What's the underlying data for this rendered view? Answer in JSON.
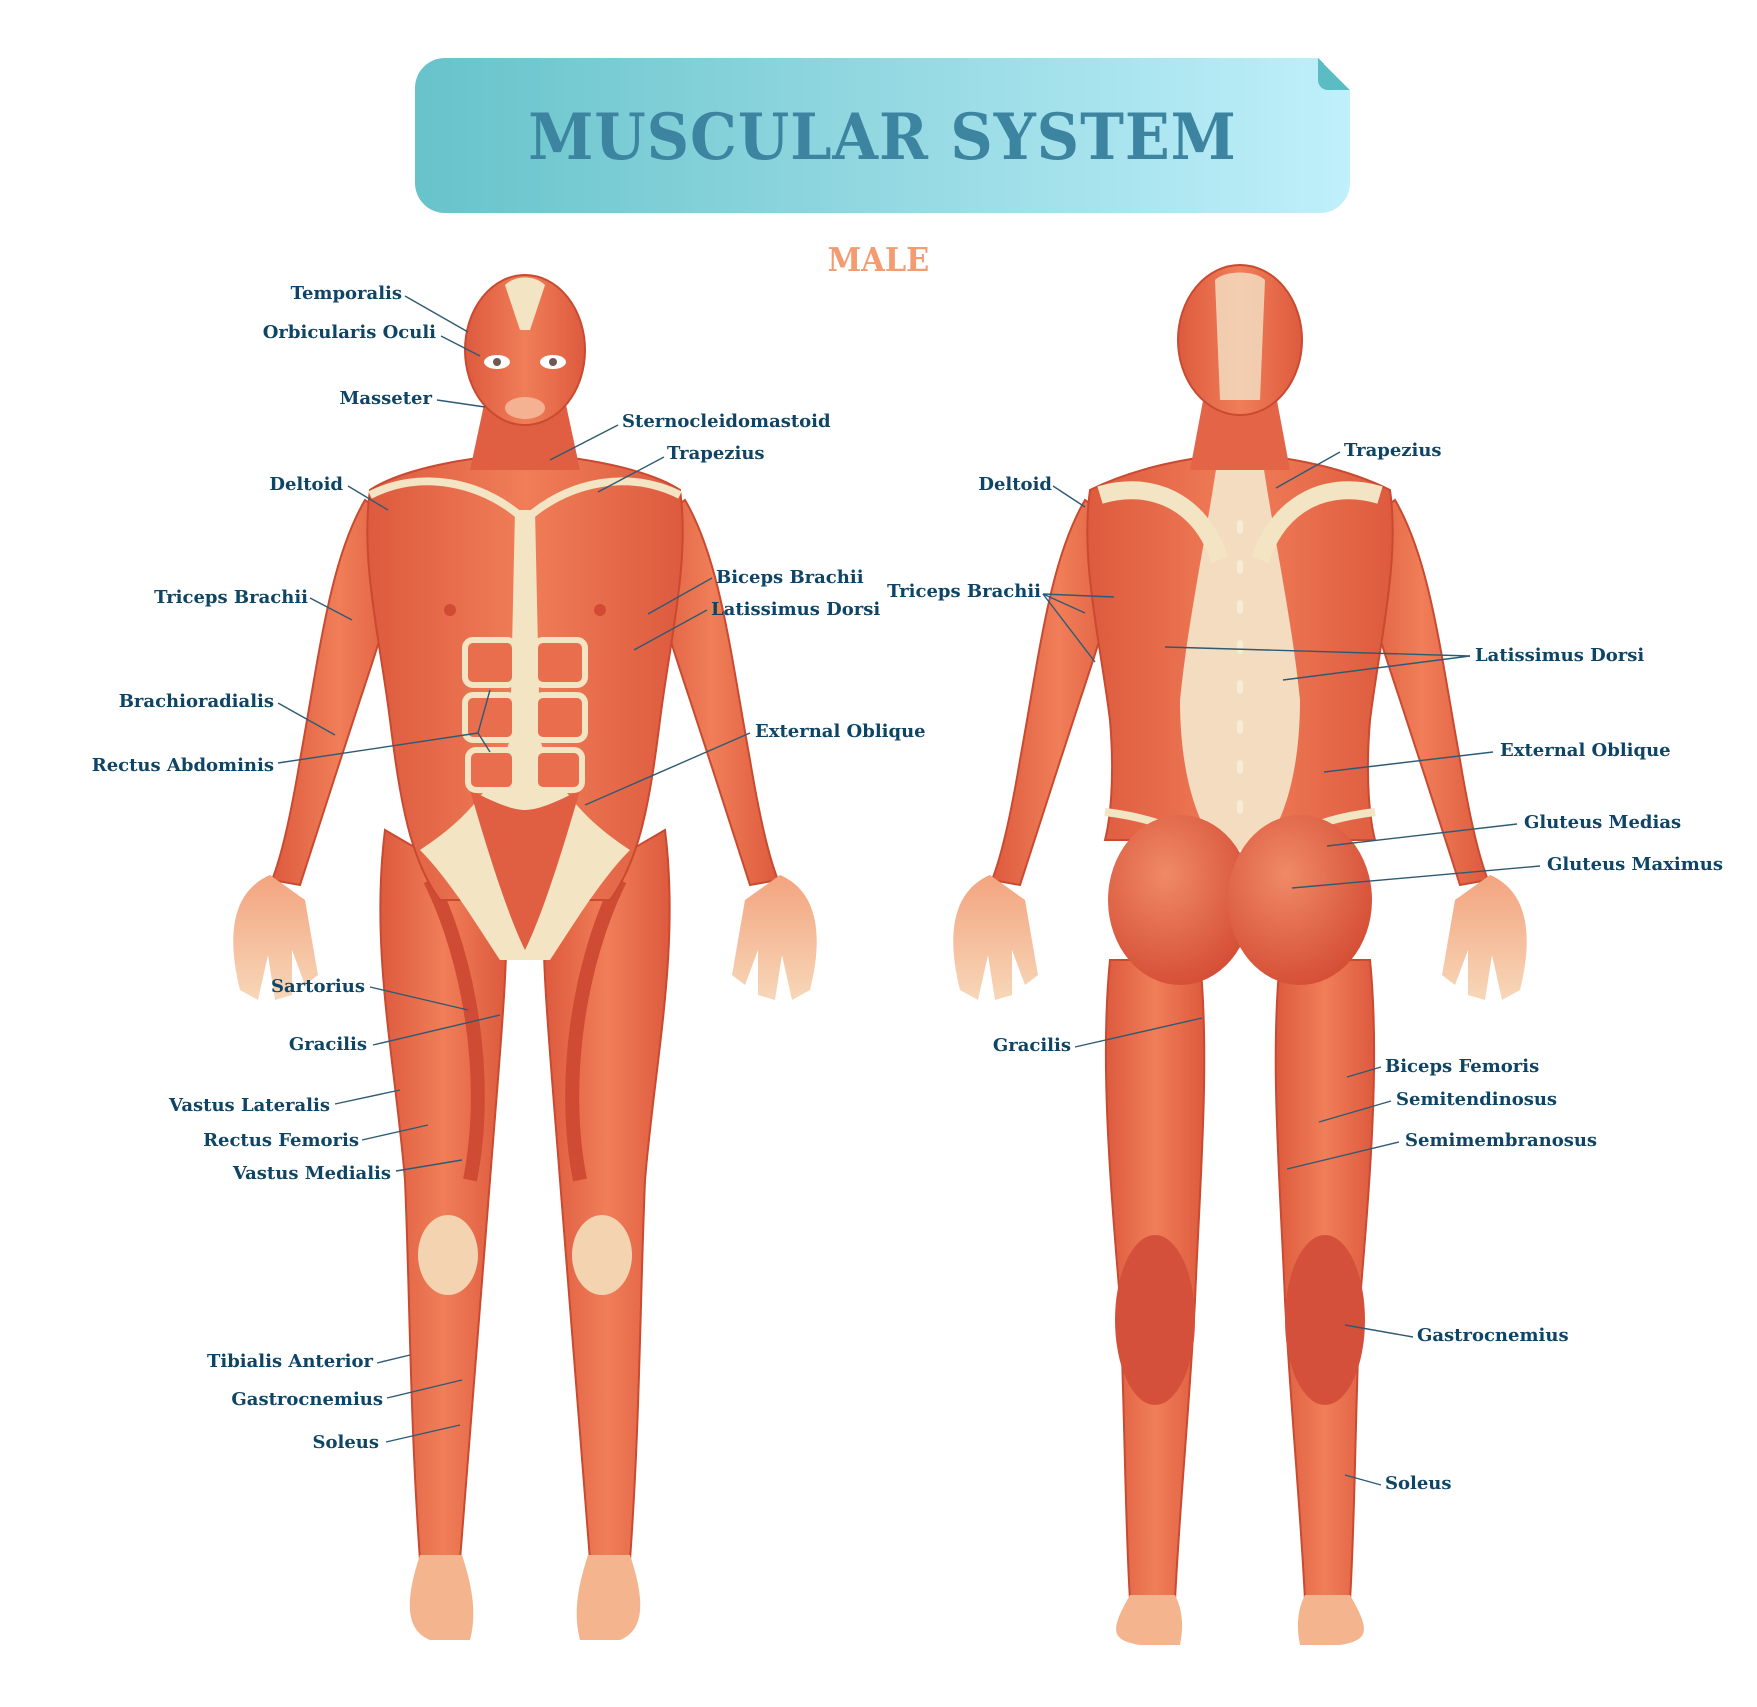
{
  "title": "MUSCULAR SYSTEM",
  "subtitle": "MALE",
  "colors": {
    "banner_start": "#67c3ca",
    "banner_end": "#bff0fb",
    "title_text": "#3d84a1",
    "subtitle_text": "#f59b72",
    "label_text": "#0e4566",
    "muscle_main": "#e8694a",
    "muscle_dark": "#d24a33",
    "muscle_light": "#f59a74",
    "tendon": "#f3e4c4"
  },
  "front_view": {
    "labels": [
      {
        "text": "Temporalis"
      },
      {
        "text": "Orbicularis Oculi"
      },
      {
        "text": "Masseter"
      },
      {
        "text": "Sternocleidomastoid"
      },
      {
        "text": "Trapezius"
      },
      {
        "text": "Deltoid"
      },
      {
        "text": "Biceps Brachii"
      },
      {
        "text": "Latissimus Dorsi"
      },
      {
        "text": "Triceps Brachii"
      },
      {
        "text": "Brachioradialis"
      },
      {
        "text": "Rectus Abdominis"
      },
      {
        "text": "External Oblique"
      },
      {
        "text": "Sartorius"
      },
      {
        "text": "Gracilis"
      },
      {
        "text": "Vastus Lateralis"
      },
      {
        "text": "Rectus Femoris"
      },
      {
        "text": "Vastus Medialis"
      },
      {
        "text": "Tibialis Anterior"
      },
      {
        "text": "Gastrocnemius"
      },
      {
        "text": "Soleus"
      }
    ]
  },
  "back_view": {
    "labels": [
      {
        "text": "Trapezius"
      },
      {
        "text": "Deltoid"
      },
      {
        "text": "Triceps Brachii"
      },
      {
        "text": "Latissimus Dorsi"
      },
      {
        "text": "External Oblique"
      },
      {
        "text": "Gluteus Medias"
      },
      {
        "text": "Gluteus Maximus"
      },
      {
        "text": "Gracilis"
      },
      {
        "text": "Biceps Femoris"
      },
      {
        "text": "Semitendinosus"
      },
      {
        "text": "Semimembranosus"
      },
      {
        "text": "Gastrocnemius"
      },
      {
        "text": "Soleus"
      }
    ]
  }
}
